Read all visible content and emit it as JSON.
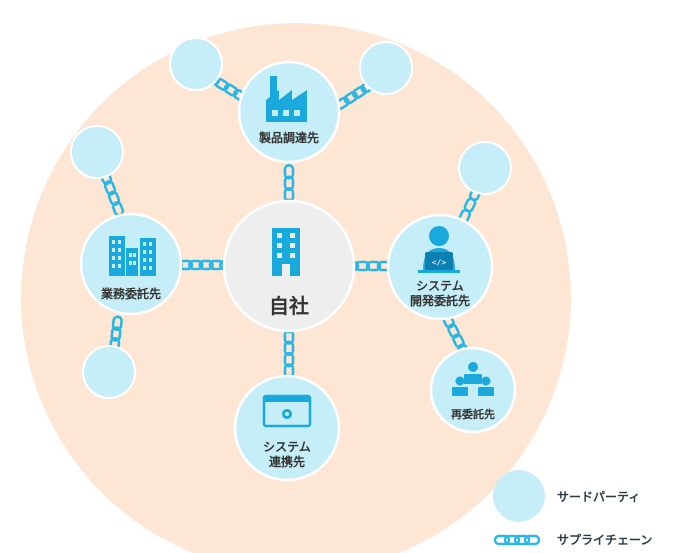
{
  "colors": {
    "big_circle": "#fde6d3",
    "third_party": "#c6eef9",
    "third_party_stroke": "#ffffff",
    "own_company": "#eeeeee",
    "icon": "#1aa9dc",
    "chain": "#2bb7e6",
    "text": "#333333"
  },
  "nodes": {
    "center": {
      "label": "自社",
      "icon": "building-icon"
    },
    "procurement": {
      "label": "製品調達先",
      "icon": "factory-icon"
    },
    "business": {
      "label": "業務委託先",
      "icon": "office-buildings-icon"
    },
    "system_dev": {
      "label_line1": "システム",
      "label_line2": "開発委託先",
      "icon": "developer-icon"
    },
    "system_link": {
      "label_line1": "システム",
      "label_line2": "連携先",
      "icon": "app-window-gear-icon"
    },
    "sub_contract": {
      "label": "再委託先",
      "icon": "developer-team-icon"
    }
  },
  "legend": {
    "third_party": "サードパーティ",
    "supply_chain": "サプライチェーン"
  }
}
